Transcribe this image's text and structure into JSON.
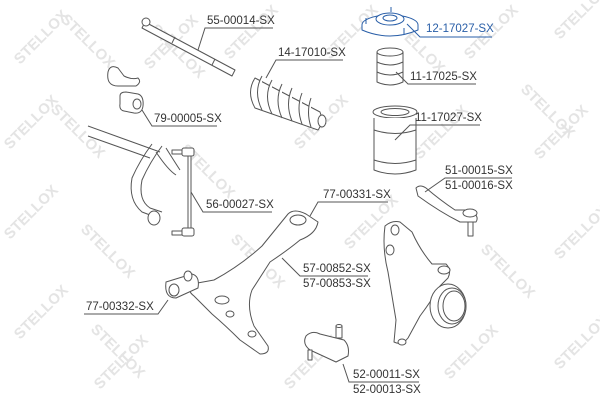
{
  "diagram": {
    "type": "exploded parts diagram",
    "subject": "Front suspension / steering components",
    "watermark_text": "STELLOX",
    "colors": {
      "line": "#555555",
      "label_text": "#333333",
      "highlight": "#2a5fa8",
      "watermark": "#e6e6e6",
      "background": "#ffffff"
    },
    "parts": [
      {
        "id": "strut-mount",
        "label": "12-17027-SX",
        "highlighted": true
      },
      {
        "id": "bump-stop",
        "label": "11-17025-SX"
      },
      {
        "id": "tie-rod",
        "label": "55-00014-SX"
      },
      {
        "id": "steering-boot",
        "label": "14-17010-SX"
      },
      {
        "id": "stabilizer-bushing",
        "label": "79-00005-SX"
      },
      {
        "id": "dust-boot",
        "label": "11-17027-SX"
      },
      {
        "id": "tie-rod-end",
        "labels": [
          "51-00015-SX",
          "51-00016-SX"
        ]
      },
      {
        "id": "stabilizer-link",
        "label": "56-00027-SX"
      },
      {
        "id": "front-bushing",
        "label": "77-00331-SX"
      },
      {
        "id": "control-arm",
        "labels": [
          "57-00852-SX",
          "57-00853-SX"
        ]
      },
      {
        "id": "rear-bushing",
        "label": "77-00332-SX"
      },
      {
        "id": "ball-joint",
        "labels": [
          "52-00011-SX",
          "52-00013-SX"
        ]
      }
    ]
  }
}
